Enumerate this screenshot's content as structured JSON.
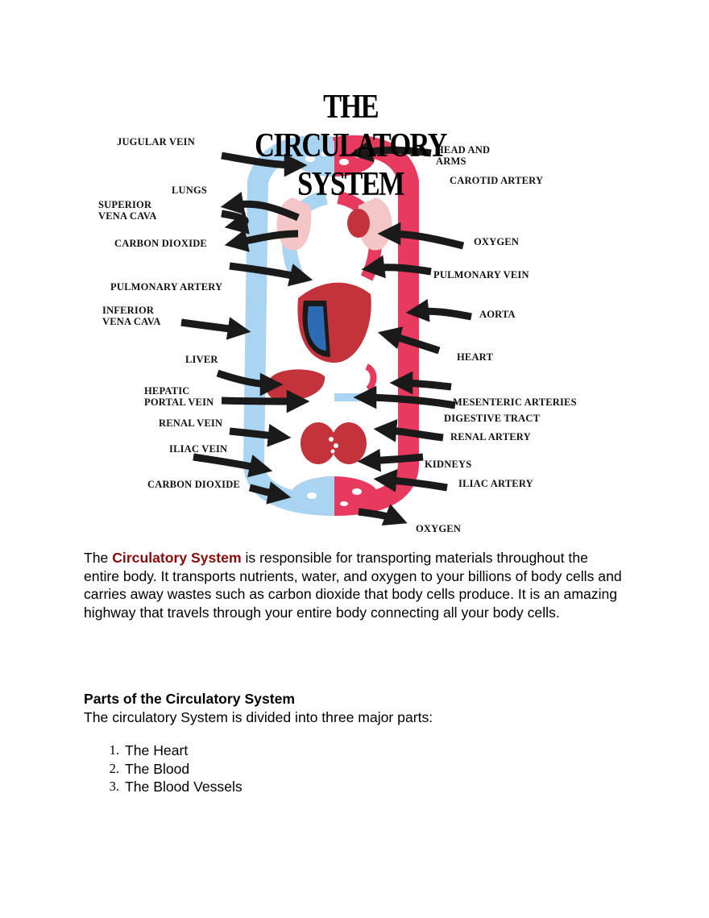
{
  "diagram": {
    "title": "THE CIRCULATORY SYSTEM",
    "labels": {
      "jugular_vein": "JUGULAR VEIN",
      "head_and_arms": "HEAD AND\nARMS",
      "carotid_artery": "CAROTID ARTERY",
      "lungs": "LUNGS",
      "superior_vena_cava": "SUPERIOR\nVENA CAVA",
      "carbon_dioxide_top": "CARBON DIOXIDE",
      "oxygen_right": "OXYGEN",
      "pulmonary_vein": "PULMONARY VEIN",
      "pulmonary_artery": "PULMONARY ARTERY",
      "inferior_vena_cava": "INFERIOR\nVENA CAVA",
      "aorta": "AORTA",
      "heart": "HEART",
      "liver": "LIVER",
      "hepatic_portal_vein": "HEPATIC\nPORTAL VEIN",
      "mesenteric_arteries": "MESENTERIC ARTERIES",
      "digestive_tract": "DIGESTIVE TRACT",
      "renal_vein": "RENAL VEIN",
      "renal_artery": "RENAL ARTERY",
      "iliac_vein": "ILIAC VEIN",
      "kidneys": "KIDNEYS",
      "carbon_dioxide_bottom": "CARBON DIOXIDE",
      "iliac_artery": "ILIAC ARTERY",
      "oxygen_bottom": "OXYGEN"
    },
    "colors": {
      "vein_blue": "#a9d4f2",
      "artery_red": "#e83a5f",
      "organ_red": "#c4323c",
      "lung_pink": "#f5c6c8",
      "arrow_black": "#1a1a1a"
    }
  },
  "intro": {
    "lead": "The ",
    "highlight": "Circulatory System",
    "rest": " is responsible for transporting materials throughout the entire body. It transports nutrients, water, and oxygen to your billions of body cells and carries away wastes such as carbon dioxide that body cells produce. It is an amazing highway that travels through your entire body connecting all your body cells.",
    "highlight_color": "#8b0a0a"
  },
  "parts": {
    "heading": "Parts of the Circulatory System",
    "intro": "The circulatory System is divided into three major parts:",
    "items": [
      {
        "num": "1.",
        "text": "The Heart"
      },
      {
        "num": "2.",
        "text": "The Blood"
      },
      {
        "num": "3.",
        "text": "The Blood Vessels"
      }
    ]
  }
}
